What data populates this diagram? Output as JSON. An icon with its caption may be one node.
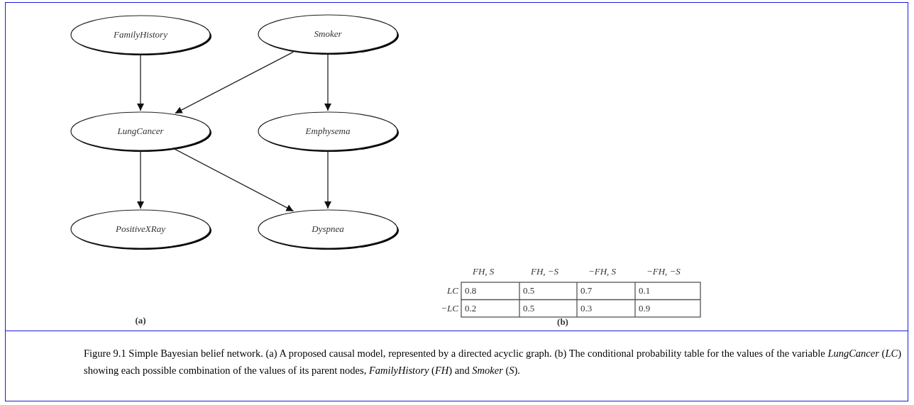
{
  "diagram": {
    "caption": "Figure 9.1 Simple Bayesian belief network. (a) A proposed causal model, represented by a directed acyclic graph. (b) The conditional probability table for the values of the variable *LungCancer* (*LC*) showing each possible combination of the values of its parent nodes, *FamilyHistory* (*FH*) and *Smoker* (*S*).",
    "nodes": [
      {
        "text": [
          "FamilyHistory"
        ]
      },
      {
        "text": [
          "Smoker"
        ]
      },
      {
        "text": [
          "LungCancer"
        ]
      },
      {
        "text": [
          "Emphysema"
        ]
      },
      {
        "text": [
          "PositiveXRay"
        ]
      },
      {
        "text": [
          "Dyspnea"
        ]
      }
    ],
    "edges": [
      {
        "from": 0,
        "to": 2,
        "arrow": "to"
      },
      {
        "from": 1,
        "to": 2,
        "arrow": "to"
      },
      {
        "from": 1,
        "to": 3,
        "arrow": "to"
      },
      {
        "from": 2,
        "to": 4,
        "arrow": "to"
      },
      {
        "from": 2,
        "to": 5,
        "arrow": "to"
      },
      {
        "from": 3,
        "to": 5,
        "arrow": "to"
      }
    ],
    "labels": [
      "FH, S",
      "FH, −S",
      "−FH, S",
      "−FH, −S",
      "LC",
      "0.8",
      "0.5",
      "0.7",
      "0.1",
      "−LC",
      "0.2",
      "0.5",
      "0.3",
      "0.9",
      "(a)",
      "(b)"
    ]
  }
}
